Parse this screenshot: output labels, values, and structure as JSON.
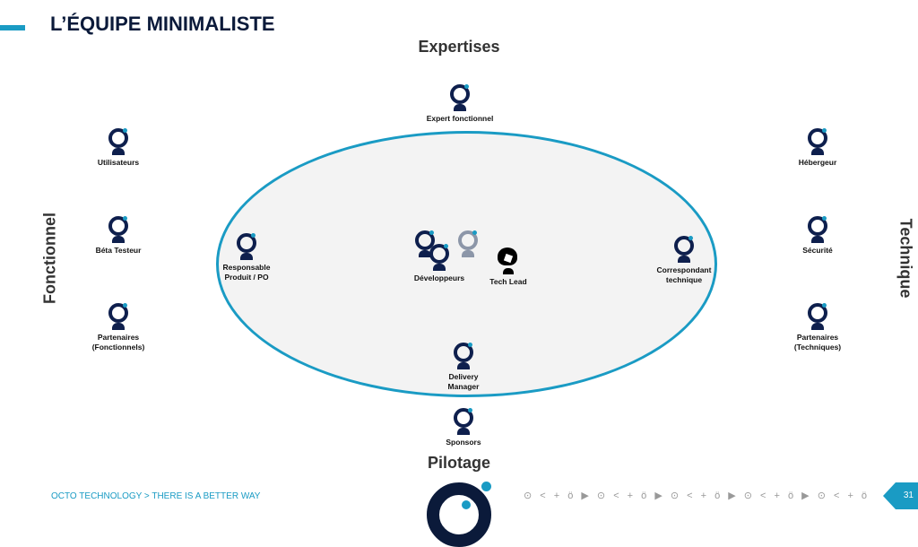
{
  "title": "L’ÉQUIPE MINIMALISTE",
  "axes": {
    "top": "Expertises",
    "bottom": "Pilotage",
    "left": "Fonctionnel",
    "right": "Technique"
  },
  "roles": {
    "expert": "Expert fonctionnel",
    "utilisateurs": "Utilisateurs",
    "beta": "Béta Testeur",
    "part_fonc": "Partenaires (Fonctionnels)",
    "hebergeur": "Hébergeur",
    "securite": "Sécurité",
    "part_tech": "Partenaires (Techniques)",
    "po": "Responsable Produit / PO",
    "devs": "Développeurs",
    "techlead": "Tech Lead",
    "correspondant": "Correspondant technique",
    "delivery": "Delivery Manager",
    "sponsors": "Sponsors"
  },
  "footer": {
    "text": "OCTO TECHNOLOGY > THERE IS A BETTER WAY",
    "pattern": "⊙ < + ö ▶ ⊙ < + ö ▶ ⊙ < + ö ▶ ⊙ < + ö ▶ ⊙ < + ö",
    "page": "31"
  },
  "colors": {
    "accent": "#1a9bc4",
    "navy": "#0e1f4d"
  }
}
